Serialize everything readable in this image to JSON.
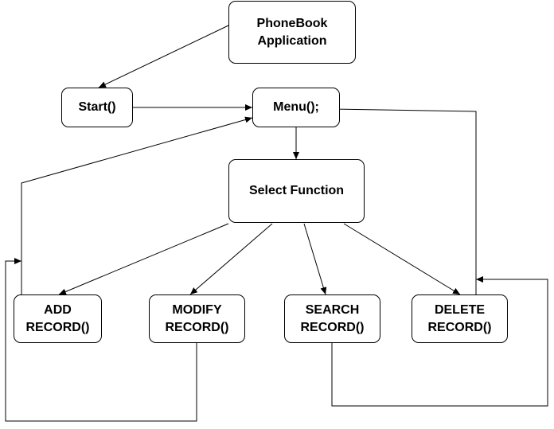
{
  "diagram": {
    "nodes": {
      "app": "PhoneBook\nApplication",
      "start": "Start()",
      "menu": "Menu();",
      "select": "Select Function",
      "add": "ADD\nRECORD()",
      "modify": "MODIFY\nRECORD()",
      "search": "SEARCH\nRECORD()",
      "delete": "DELETE\nRECORD()"
    },
    "edges": [
      {
        "from": "app",
        "to": "start"
      },
      {
        "from": "start",
        "to": "menu"
      },
      {
        "from": "menu",
        "to": "select"
      },
      {
        "from": "select",
        "to": "add"
      },
      {
        "from": "select",
        "to": "modify"
      },
      {
        "from": "select",
        "to": "search"
      },
      {
        "from": "select",
        "to": "delete"
      },
      {
        "from": "add",
        "to": "menu"
      },
      {
        "from": "modify",
        "to": "add"
      },
      {
        "from": "search",
        "to": "delete"
      },
      {
        "from": "delete",
        "to": "menu"
      }
    ],
    "colors": {
      "stroke": "#000000",
      "fill": "#ffffff",
      "text": "#000000"
    }
  }
}
